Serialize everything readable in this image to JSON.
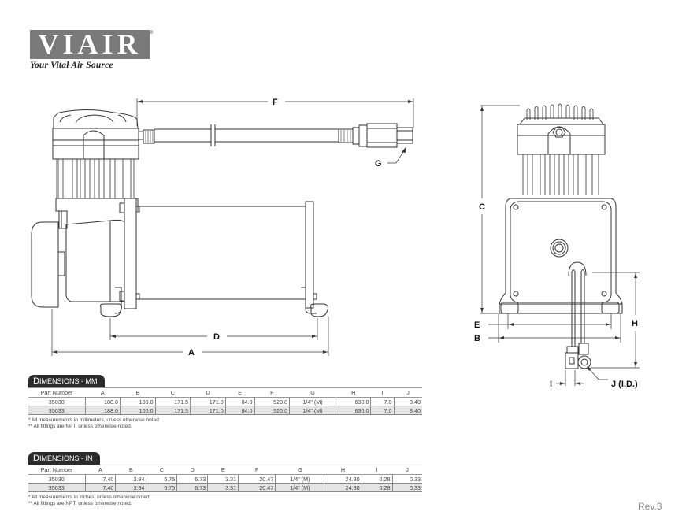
{
  "logo": {
    "wordmark": "VIAIR",
    "registered": "®",
    "tagline": "Your Vital Air Source",
    "box_color": "#7a7a7a"
  },
  "drawing": {
    "side_view_labels": {
      "F": "F",
      "G": "G",
      "D": "D",
      "A": "A"
    },
    "front_view_labels": {
      "C": "C",
      "E": "E",
      "B": "B",
      "H": "H",
      "I": "I",
      "J": "J (I.D.)"
    }
  },
  "tables": [
    {
      "title_cap": "D",
      "title_rest": "IMENSIONS - MM",
      "columns": [
        "Part Number",
        "A",
        "B",
        "C",
        "D",
        "E",
        "F",
        "G",
        "H",
        "I",
        "J"
      ],
      "rows": [
        [
          "35030",
          "188.0",
          "100.0",
          "171.5",
          "171.0",
          "84.0",
          "520.0",
          "1/4\" (M)",
          "630.0",
          "7.0",
          "8.40"
        ],
        [
          "35033",
          "188.0",
          "100.0",
          "171.5",
          "171.0",
          "84.0",
          "520.0",
          "1/4\" (M)",
          "630.0",
          "7.0",
          "8.40"
        ]
      ],
      "notes": [
        "* All measurements in millimeters, unless otherwise noted.",
        "** All fittings are NPT, unless otherwise noted."
      ]
    },
    {
      "title_cap": "D",
      "title_rest": "IMENSIONS - IN",
      "columns": [
        "Part Number",
        "A",
        "B",
        "C",
        "D",
        "E",
        "F",
        "G",
        "H",
        "I",
        "J"
      ],
      "rows": [
        [
          "35030",
          "7.40",
          "3.94",
          "6.75",
          "6.73",
          "3.31",
          "20.47",
          "1/4\" (M)",
          "24.80",
          "0.28",
          "0.33"
        ],
        [
          "35033",
          "7.40",
          "3.94",
          "6.75",
          "6.73",
          "3.31",
          "20.47",
          "1/4\" (M)",
          "24.80",
          "0.28",
          "0.33"
        ]
      ],
      "notes": [
        "* All measurements in inches, unless otherwise noted.",
        "** All fittings are NPT, unless otherwise noted."
      ]
    }
  ],
  "footer": {
    "revision": "Rev.3"
  }
}
